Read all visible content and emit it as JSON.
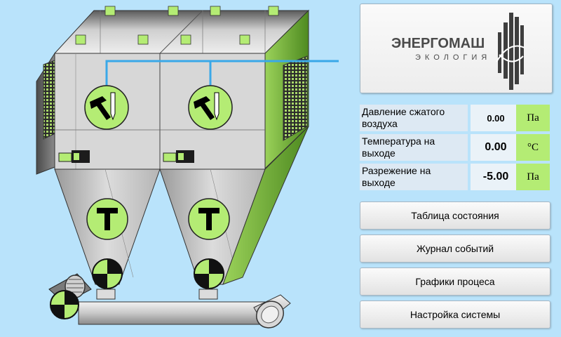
{
  "logo": {
    "main": "ЭНЕРГОМАШ",
    "sub": "ЭКОЛОГИЯ"
  },
  "parameters": [
    {
      "label": "Давление сжатого воздуха",
      "value": "0.00",
      "unit": "Па"
    },
    {
      "label": "Температура на выходе",
      "value": "0.00",
      "unit": "°С"
    },
    {
      "label": "Разрежение на выходе",
      "value": "-5.00",
      "unit": "Па"
    }
  ],
  "navigation": [
    {
      "label": "Таблица состояния"
    },
    {
      "label": "Журнал событий"
    },
    {
      "label": "Графики процеса"
    },
    {
      "label": "Настройка системы"
    }
  ],
  "colors": {
    "background": "#b9e3fb",
    "indicator_green": "#b4ec74",
    "pipe_blue": "#3aa8e8"
  },
  "icons": [
    "impulse-valve-icon",
    "hammer-icon",
    "motor-icon",
    "rotary-valve-icon",
    "shaker-icon"
  ]
}
